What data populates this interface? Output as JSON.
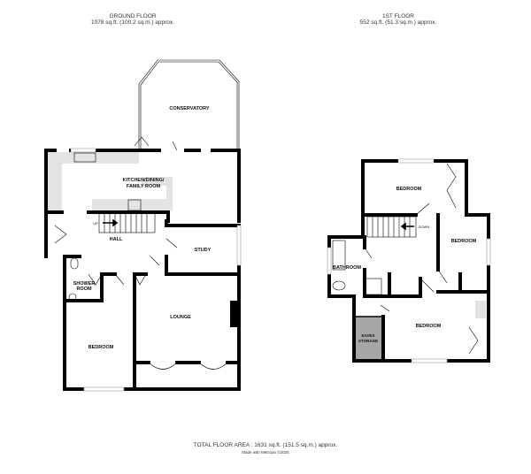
{
  "ground_floor": {
    "title": "GROUND FLOOR",
    "area": "1078 sq.ft. (100.2 sq.m.) approx.",
    "rooms": [
      "CONSERVATORY",
      "KITCHEN/DINING/",
      "FAMILY ROOM",
      "HALL",
      "STUDY",
      "SHOWER",
      "ROOM",
      "LOUNGE",
      "BEDROOM"
    ],
    "stair_label": "UP"
  },
  "first_floor": {
    "title": "1ST FLOOR",
    "area": "552 sq.ft. (51.3 sq.m.) approx.",
    "rooms": [
      "BEDROOM",
      "BEDROOM",
      "BATHROOM",
      "BEDROOM",
      "EAVES",
      "STORAGE"
    ],
    "stair_label": "DOWN"
  },
  "footer": {
    "total": "TOTAL FLOOR AREA : 1631 sq.ft. (151.5 sq.m.) approx.",
    "credit": "Made with Metropix ©2025"
  },
  "colors": {
    "wall": "#000000",
    "fitted_units": "#e3e3e3",
    "eaves": "#a6a6a6"
  }
}
